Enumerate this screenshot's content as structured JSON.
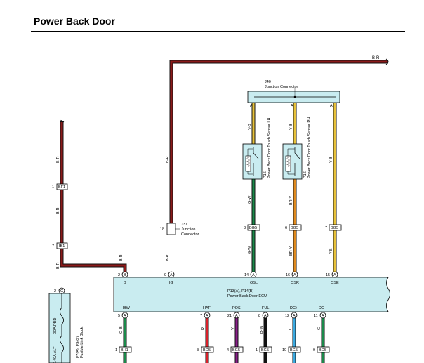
{
  "title": "Power Back Door",
  "colors": {
    "red": "#8B1A1A",
    "green": "#1A8A4A",
    "yellow": "#E8C23A",
    "orange": "#E08A1E",
    "violet": "#8A1F8A",
    "black": "#111111",
    "blue": "#3AA9E0",
    "red_bright": "#D8202A",
    "ecu_fill": "#C9ECF0"
  },
  "wires": {
    "br_top": "B-R",
    "br_left_1": "B-R",
    "br_left_2": "B-R",
    "br_left_3": "B-R",
    "br_mid_1": "B-R",
    "br_mid_2": "B-R",
    "yb_1": "Y-B",
    "gw_1": "G-W",
    "gw_2": "G-W",
    "yb_2": "Y-B",
    "bry_1": "BR-Y",
    "bry_2": "BR-Y",
    "yb_3": "Y-B",
    "yb_4": "Y-B",
    "gb": "G-B",
    "r": "R",
    "v": "V",
    "bw": "B-W",
    "l": "L",
    "g": "G"
  },
  "junction_j40": {
    "id": "J40",
    "name": "Junction Connector"
  },
  "junction_j37": {
    "id": "J37",
    "name": "Junction",
    "name2": "Connector"
  },
  "sensor_lh": {
    "id": "P15",
    "name": "Power Back Door Touch Sensor LH"
  },
  "sensor_rh": {
    "id": "P16",
    "name": "Power Back Door Touch Sensor RH"
  },
  "fusible": {
    "rating": "140A ALT",
    "rating2": "30A PBD",
    "id": "F7(A), F3(G)",
    "name": "Fusible Link Block"
  },
  "connectors": {
    "f1": "1",
    "f1_id": "BF1",
    "f7": "7",
    "f7_id": "IB1",
    "j18": "18",
    "p3": "3",
    "p3_id": "BG5",
    "p6": "6",
    "p6_id": "BG5",
    "p7": "7",
    "p7_id": "BG5",
    "b1": "1",
    "b1_id": "BH1",
    "b8": "8",
    "b8_id": "BG5",
    "b4": "4",
    "b4_id": "BG5",
    "b1b": "1",
    "b1b_id": "BG5",
    "b10": "10",
    "b10_id": "BG5",
    "b9": "9",
    "b9_id": "BG5"
  },
  "fusible_pin": {
    "pin": "2",
    "letter": "G"
  },
  "ecu": {
    "id": "P13(A), P14(B)",
    "name": "Power Back Door ECU",
    "top_pins": [
      {
        "num": "2",
        "letter": "B",
        "label": "B"
      },
      {
        "num": "9",
        "letter": "A",
        "label": "IG"
      },
      {
        "num": "14",
        "letter": "A",
        "label": "OSL"
      },
      {
        "num": "16",
        "letter": "A",
        "label": "OSR"
      },
      {
        "num": "15",
        "letter": "A",
        "label": "OSE"
      }
    ],
    "bottom_pins": [
      {
        "num": "5",
        "letter": "A",
        "label": "HBW"
      },
      {
        "num": "7",
        "letter": "A",
        "label": "HAF"
      },
      {
        "num": "21",
        "letter": "A",
        "label": "POS"
      },
      {
        "num": "8",
        "letter": "A",
        "label": "FUL"
      },
      {
        "num": "12",
        "letter": "A",
        "label": "DC+"
      },
      {
        "num": "11",
        "letter": "A",
        "label": "DC-"
      }
    ]
  }
}
